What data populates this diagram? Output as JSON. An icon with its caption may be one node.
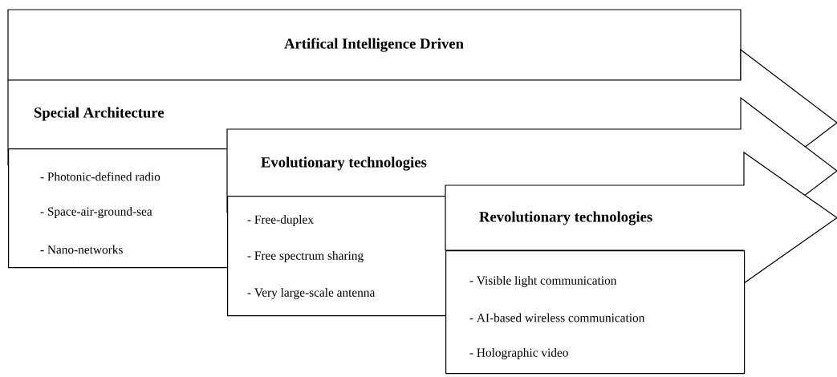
{
  "diagram": {
    "nodes": [
      {
        "text": [
          "Artifical Intelligence Driven"
        ]
      },
      {
        "text": [
          "Special Architecture"
        ]
      },
      {
        "text": [
          "- Photonic-defined radio",
          "- Space-air-ground-sea",
          "- Nano-networks"
        ]
      },
      {
        "text": [
          "Evolutionary technologies"
        ]
      },
      {
        "text": [
          "- Free-duplex",
          "- Free spectrum sharing",
          "- Very large-scale antenna"
        ]
      },
      {
        "text": [
          "Revolutionary technologies"
        ]
      },
      {
        "text": [
          "- Visible light communication",
          "- AI-based wireless communication",
          "- Holographic video"
        ]
      }
    ],
    "edges": []
  }
}
